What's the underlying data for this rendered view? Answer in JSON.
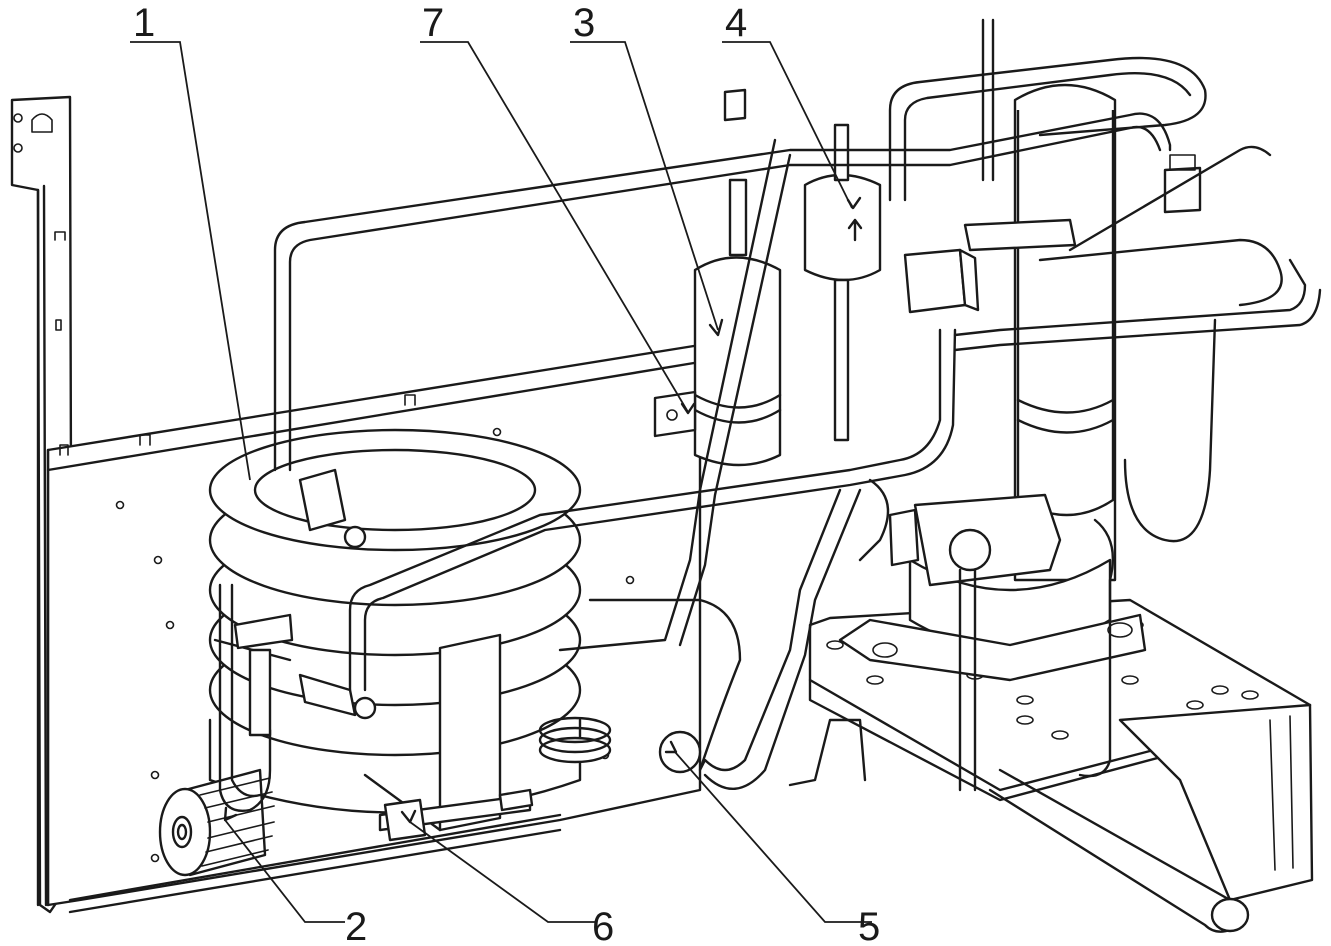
{
  "callouts": [
    {
      "id": "1",
      "label": "1"
    },
    {
      "id": "2",
      "label": "2"
    },
    {
      "id": "3",
      "label": "3"
    },
    {
      "id": "4",
      "label": "4"
    },
    {
      "id": "5",
      "label": "5"
    },
    {
      "id": "6",
      "label": "6"
    },
    {
      "id": "7",
      "label": "7"
    }
  ],
  "stroke_color": "#1a1a1a",
  "background_color": "#ffffff"
}
